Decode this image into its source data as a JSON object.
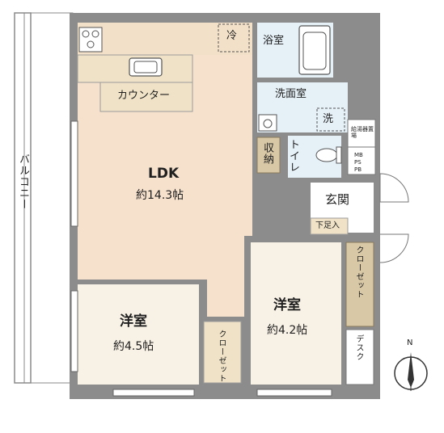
{
  "rooms": {
    "ldk": {
      "name": "LDK",
      "area": "約14.3帖"
    },
    "western_left": {
      "name": "洋室",
      "area": "約4.5帖"
    },
    "western_right": {
      "name": "洋室",
      "area": "約4.2帖"
    },
    "counter": "カウンター",
    "bath": "浴室",
    "washroom": "洗面室",
    "toilet": "トイレ",
    "entrance": "玄関",
    "shoe_storage": "下足入",
    "storage": "収納",
    "closet_right": "クローゼット",
    "closet_left": "クローゼット",
    "desk": "デスク",
    "balcony": "バルコニー"
  },
  "symbols": {
    "fridge": "冷",
    "washer": "洗",
    "water_heater": "給湯器置場",
    "mb": "MB",
    "ps": "PS",
    "pb": "PB",
    "north": "N"
  },
  "colors": {
    "wall": "#7d7d7d",
    "ldk_floor": "#f6e1cd",
    "bedroom_floor": "#f8f1e6",
    "wet_floor": "#e5f0f7",
    "storage_floor": "#d8c8a6",
    "counter_floor": "#efe2c6"
  }
}
